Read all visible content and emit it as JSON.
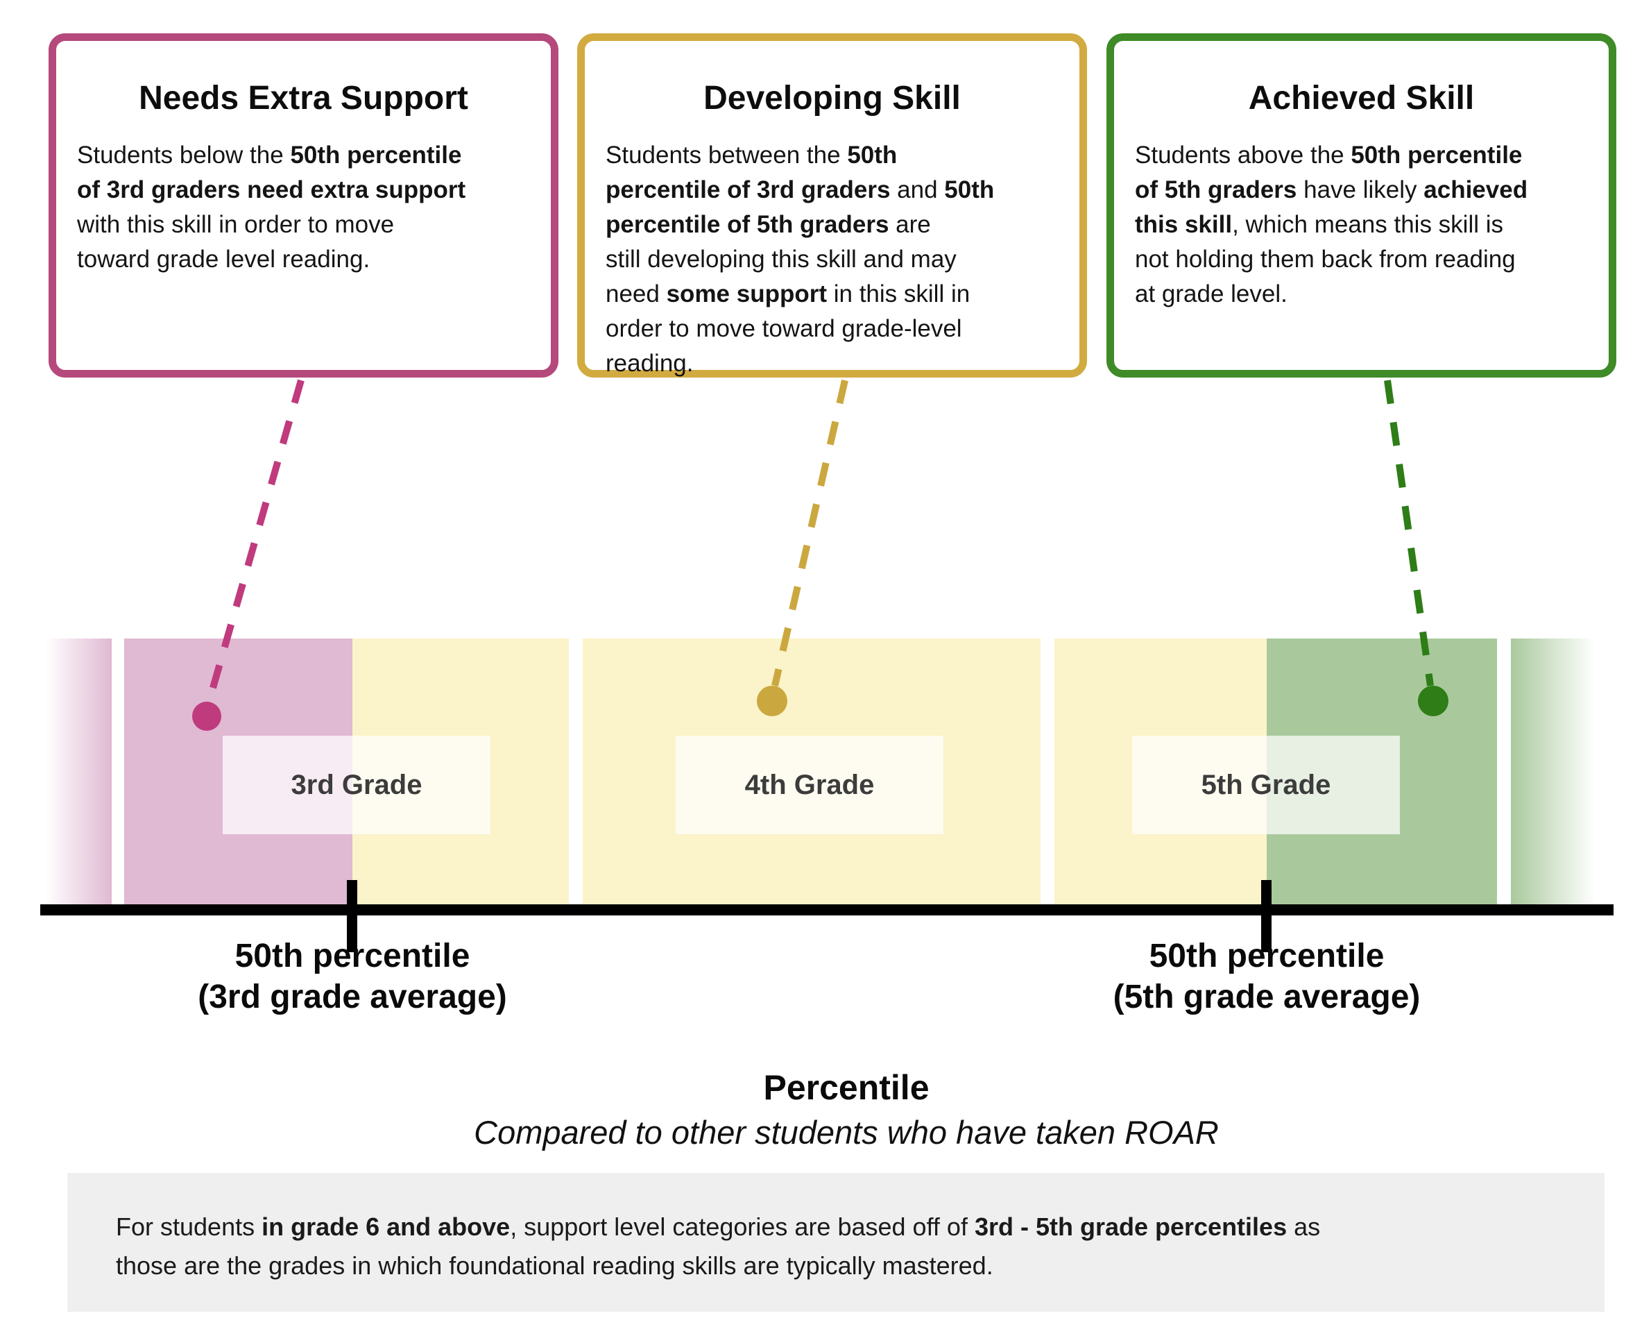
{
  "page": {
    "background": "#ffffff"
  },
  "cards": [
    {
      "title": "Needs Extra Support",
      "border_color": "#b5497c",
      "accent_color": "#bf3b7d",
      "body": [
        {
          "text": "Students below the ",
          "bold": false
        },
        {
          "text": "50th percentile\nof 3rd graders need extra support",
          "bold": true
        },
        {
          "text": "\nwith this skill in order to move\ntoward grade level reading.",
          "bold": false
        }
      ]
    },
    {
      "title": "Developing Skill",
      "border_color": "#d2ab40",
      "accent_color": "#cba83f",
      "body": [
        {
          "text": "Students between the ",
          "bold": false
        },
        {
          "text": "50th\npercentile of 3rd graders",
          "bold": true
        },
        {
          "text": " and ",
          "bold": false
        },
        {
          "text": "50th\npercentile of 5th graders",
          "bold": true
        },
        {
          "text": " are\nstill developing this skill and may\nneed ",
          "bold": false
        },
        {
          "text": "some support",
          "bold": true
        },
        {
          "text": " in this skill in\norder to move toward grade-level\nreading.",
          "bold": false
        }
      ]
    },
    {
      "title": "Achieved Skill",
      "border_color": "#3e8b27",
      "accent_color": "#2e7d17",
      "body": [
        {
          "text": "Students above the ",
          "bold": false
        },
        {
          "text": "50th percentile\nof 5th graders",
          "bold": true
        },
        {
          "text": " have likely ",
          "bold": false
        },
        {
          "text": "achieved\nthis skill",
          "bold": true
        },
        {
          "text": ", which means this skill is\nnot holding them back from reading\nat grade level.",
          "bold": false
        }
      ]
    }
  ],
  "scale_bar": {
    "fill_colors": {
      "pink": "#e0b9d2",
      "yellow": "#fbf3c9",
      "green": "#a9c99c"
    },
    "label_bg": "rgba(255,255,255,0.72)",
    "grade_labels": [
      "3rd Grade",
      "4th Grade",
      "5th Grade"
    ]
  },
  "axis": {
    "tick_labels": [
      {
        "line1": "50th percentile",
        "line2": "(3rd grade average)"
      },
      {
        "line1": "50th percentile",
        "line2": "(5th grade average)"
      }
    ],
    "title": "Percentile",
    "subtitle": "Compared to other students who have taken ROAR",
    "color": "#000000"
  },
  "note": {
    "bg": "#efefef",
    "body": [
      {
        "text": "For students ",
        "bold": false
      },
      {
        "text": "in grade 6 and above",
        "bold": true
      },
      {
        "text": ", support level categories are based off of ",
        "bold": false
      },
      {
        "text": "3rd - 5th grade percentiles",
        "bold": true
      },
      {
        "text": " as\nthose are the grades in which foundational reading skills are typically mastered.",
        "bold": false
      }
    ]
  }
}
